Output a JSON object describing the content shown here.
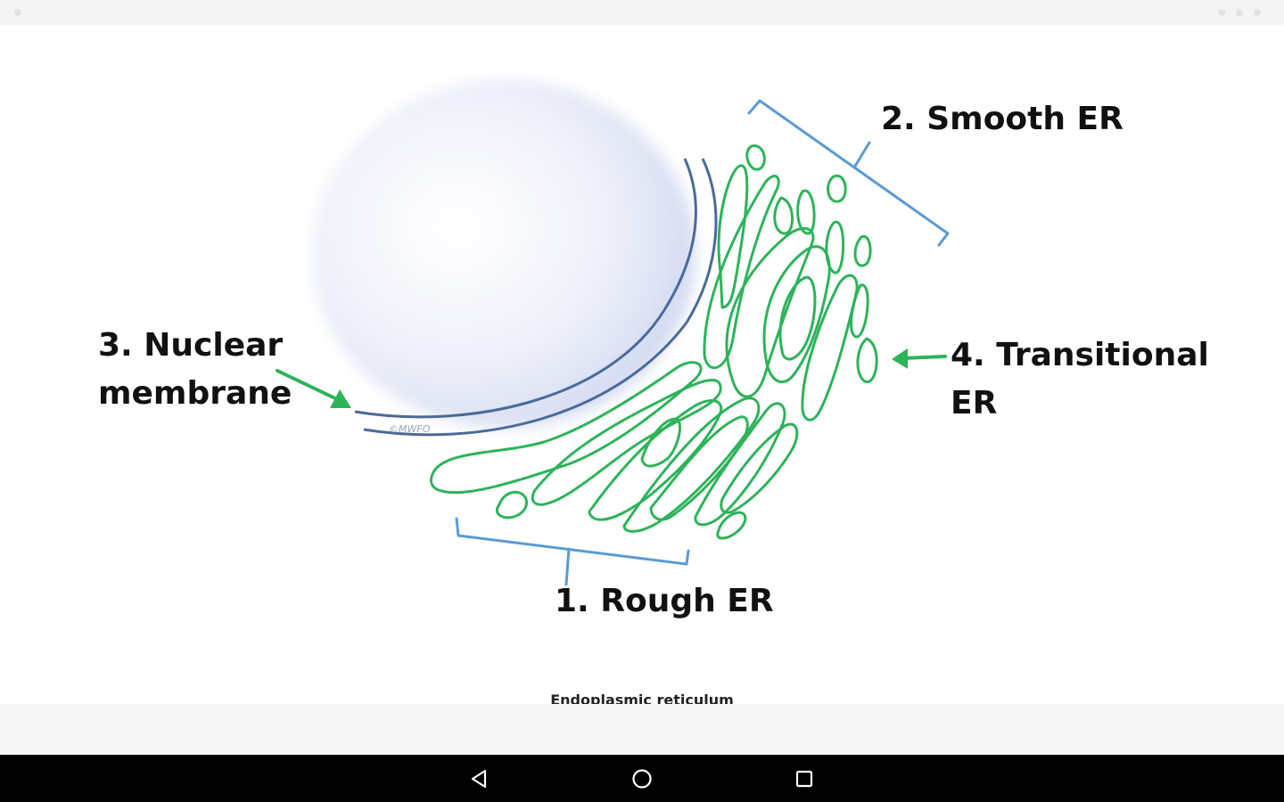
{
  "labels": {
    "rough_er": "1. Rough ER",
    "smooth_er": "2. Smooth ER",
    "nuclear_line1": "3. Nuclear",
    "nuclear_line2": "membrane",
    "transitional_line1": "4. Transitional",
    "transitional_line2": "ER"
  },
  "watermark": "©MWFO",
  "caption": "Endoplasmic reticulum",
  "colors": {
    "er_green": "#2db35a",
    "bracket_blue": "#5b9bd5",
    "membrane_blue": "#4a6a9a",
    "label_text": "#111111"
  },
  "nav": {
    "back_icon": "triangle-back-icon",
    "home_icon": "circle-home-icon",
    "recents_icon": "square-recents-icon"
  }
}
